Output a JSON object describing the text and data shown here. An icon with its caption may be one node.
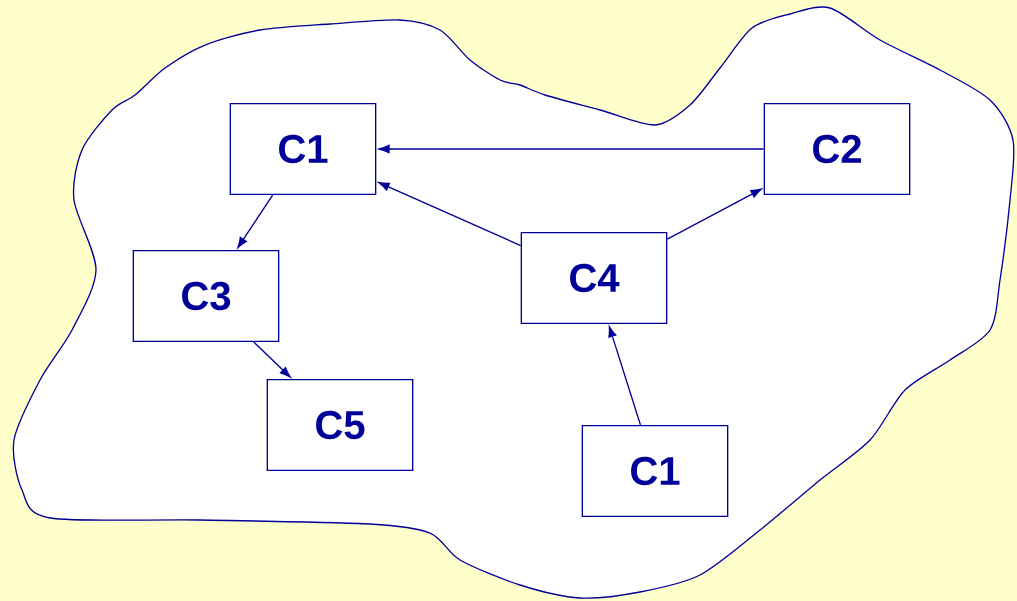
{
  "diagram": {
    "nodes": [
      {
        "text": [],
        "shape": "cloud"
      },
      {
        "text": [
          "C1"
        ],
        "in": 0
      },
      {
        "text": [
          "C2"
        ],
        "in": 0
      },
      {
        "text": [
          "C3"
        ],
        "in": 0
      },
      {
        "text": [
          "C4"
        ],
        "in": 0
      },
      {
        "text": [
          "C5"
        ],
        "in": 0
      },
      {
        "text": [
          "C1"
        ],
        "in": 0
      }
    ],
    "edges": [
      {
        "from": 2,
        "to": 1,
        "arrow": "to"
      },
      {
        "from": 1,
        "to": 3,
        "arrow": "to"
      },
      {
        "from": 4,
        "to": 1,
        "arrow": "to"
      },
      {
        "from": 4,
        "to": 2,
        "arrow": "to"
      },
      {
        "from": 3,
        "to": 5,
        "arrow": "to"
      },
      {
        "from": 6,
        "to": 4,
        "arrow": "to"
      }
    ]
  }
}
